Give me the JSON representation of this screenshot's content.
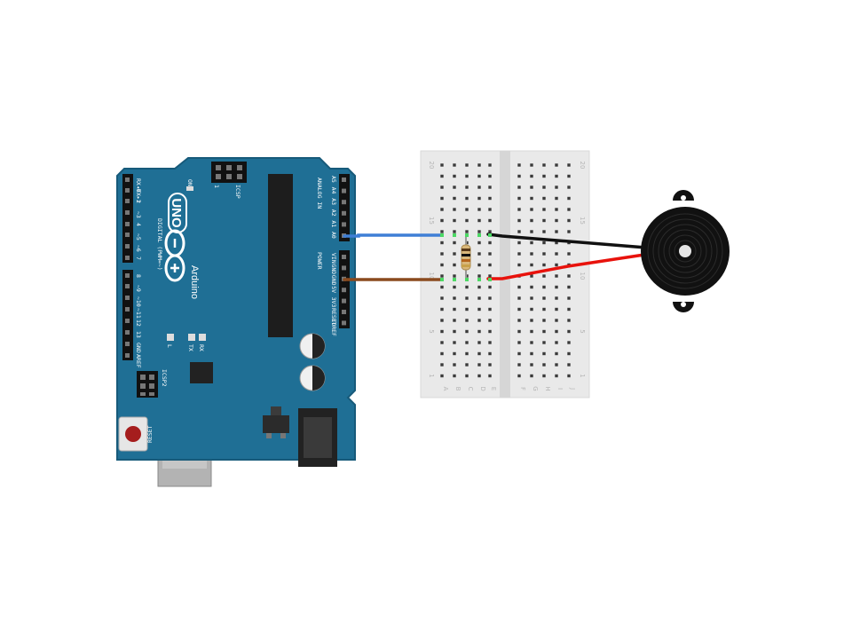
{
  "colors": {
    "board": "#1f6f95",
    "board_edge": "#175a7a",
    "breadboard": "#e9e9e9",
    "wire_signal": "#3f7fd6",
    "wire_ground": "#8a4a1e",
    "buzzer_wire_black": "#111111",
    "buzzer_wire_red": "#e8120c"
  },
  "arduino": {
    "brand_logo": "UNO",
    "brand": "Arduino",
    "icsp_top": "ICSP",
    "icsp_pin1": "1",
    "icsp2": "ICSP2",
    "on_led": "ON",
    "l_led": "L",
    "tx": "TX",
    "rx": "RX",
    "reset": "RESET",
    "digital_header": "DIGITAL (PWM=~)",
    "digital_pins": [
      "RX◂0",
      "TX▸1",
      "2",
      "~3",
      "4",
      "~5",
      "~6",
      "7",
      "8",
      "~9",
      "~10",
      "~11",
      "12",
      "13",
      "GND",
      "AREF"
    ],
    "analog_header": "ANALOG IN",
    "analog_pins": [
      "A5",
      "A4",
      "A3",
      "A2",
      "A1",
      "A0"
    ],
    "power_header": "POWER",
    "power_pins": [
      "VIN",
      "GND",
      "GND",
      "5V",
      "3V3",
      "RESET",
      "IOREF"
    ]
  },
  "breadboard": {
    "row_numbers": [
      "20",
      "15",
      "10",
      "5",
      "1"
    ],
    "col_letters_left": [
      "A",
      "B",
      "C",
      "D",
      "E"
    ],
    "col_letters_right": [
      "F",
      "G",
      "H",
      "I",
      "J"
    ]
  }
}
